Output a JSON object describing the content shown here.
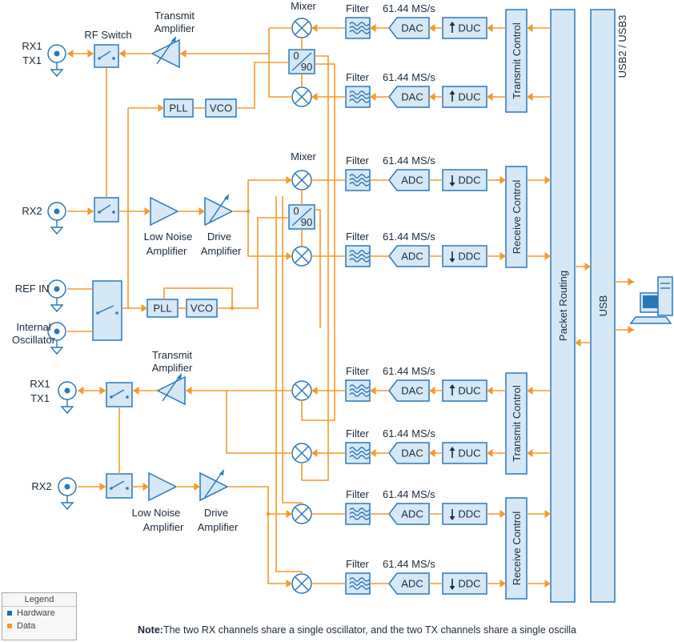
{
  "ports": {
    "rx1_tx1_a": [
      "RX1",
      "TX1"
    ],
    "rx2_a": "RX2",
    "ref_in": "REF IN",
    "internal_osc": [
      "Internal",
      "Oscillator"
    ],
    "rx1_tx1_b": [
      "RX1",
      "TX1"
    ],
    "rx2_b": "RX2"
  },
  "labels": {
    "rf_switch": "RF Switch",
    "transmit_amplifier": [
      "Transmit",
      "Amplifier"
    ],
    "low_noise_amplifier": [
      "Low Noise",
      "Amplifier"
    ],
    "drive_amplifier": [
      "Drive",
      "Amplifier"
    ],
    "mixer": "Mixer",
    "filter": "Filter",
    "rate": "61.44 MS/s",
    "phase_0": "0",
    "phase_90": "90"
  },
  "blocks": {
    "pll": "PLL",
    "vco": "VCO",
    "dac": "DAC",
    "adc": "ADC",
    "duc": "DUC",
    "ddc": "DDC",
    "transmit_control": "Transmit Control",
    "receive_control": "Receive Control",
    "packet_routing": "Packet Routing",
    "usb": "USB",
    "usb_versions": "USB2 / USB3"
  },
  "legend": {
    "title": "Legend",
    "items": [
      {
        "label": "Hardware",
        "color": "#1f6fb5"
      },
      {
        "label": "Data",
        "color": "#f39a2b"
      }
    ]
  },
  "note": {
    "prefix": "Note:",
    "text": "The two RX channels share a single oscillator, and the two TX channels share a single oscilla"
  },
  "colors": {
    "hardware_stroke": "#2878b8",
    "block_fill": "#d6e8f5",
    "data_wire": "#f39a2b"
  }
}
